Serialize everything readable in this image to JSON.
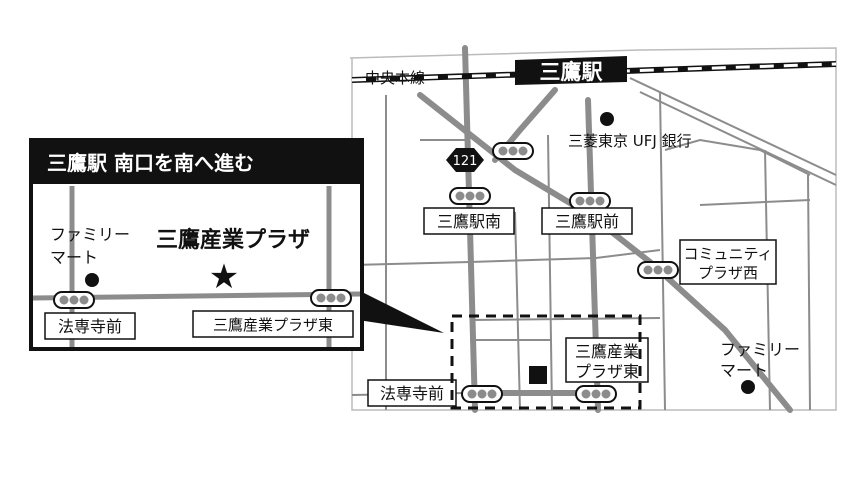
{
  "station": {
    "name": "三鷹駅"
  },
  "rail": {
    "line_name": "中央本線"
  },
  "route_shield": {
    "number": "121"
  },
  "places": {
    "bank": "三菱東京 UFJ 銀行",
    "family_mart_label": [
      "ファミリー",
      "マート"
    ],
    "family_mart_inset_label": [
      "ファミリー",
      "マート"
    ],
    "destination": "三鷹産業プラザ"
  },
  "intersections": {
    "mitaka_eki_minami": "三鷹駅南",
    "mitaka_eki_mae": "三鷹駅前",
    "community_plaza_nishi": [
      "コミュニティ",
      "プラザ西"
    ],
    "hosenji_mae": "法専寺前",
    "sangyo_plaza_higashi": [
      "三鷹産業",
      "プラザ東"
    ]
  },
  "inset": {
    "title": "三鷹駅 南口を南へ進む",
    "hosenji_mae": "法専寺前",
    "sangyo_plaza_higashi": "三鷹産業プラザ東",
    "star_symbol": "★"
  },
  "colors": {
    "road": "#8c8c8c",
    "background": "#ffffff",
    "ink": "#111111",
    "signal_body": "#ffffff",
    "signal_lamp": "#8c8c8c"
  }
}
